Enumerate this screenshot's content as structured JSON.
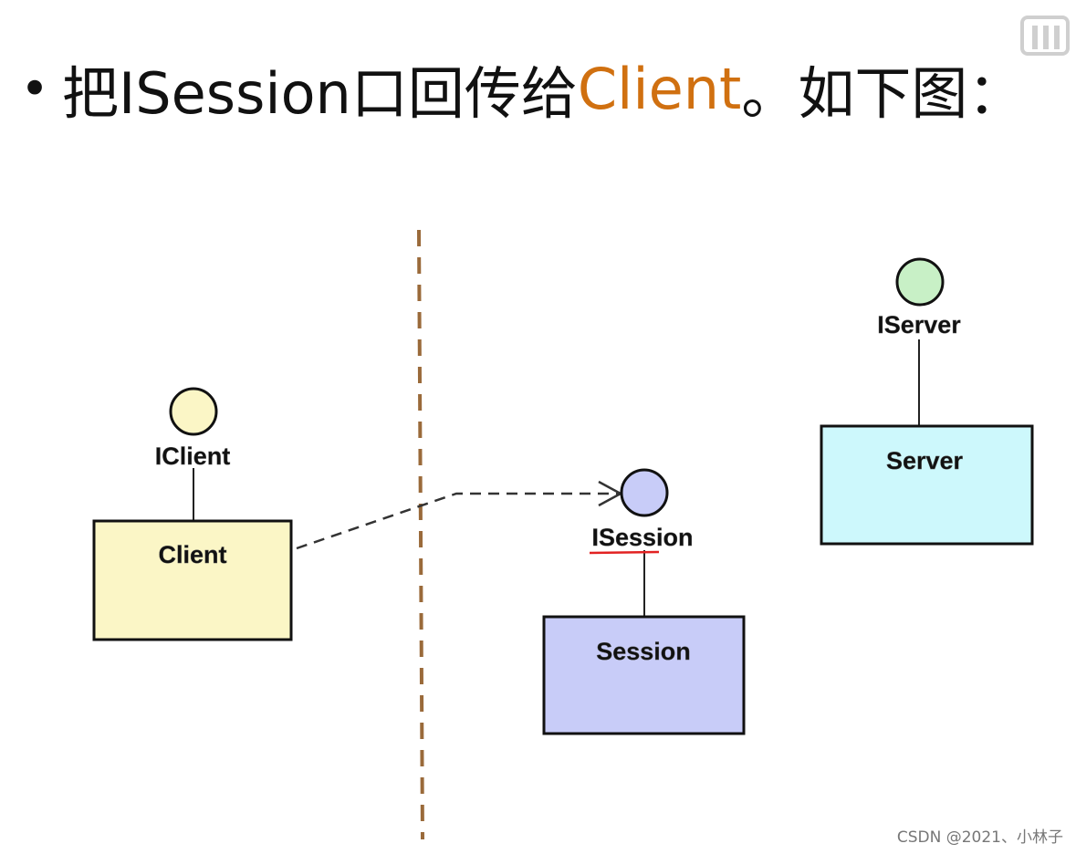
{
  "slide": {
    "title_bullet": "•",
    "title_prefix": "把ISession口回传给",
    "title_accent": "Client",
    "title_suffix": "。如下图：",
    "accent_color": "#d07010"
  },
  "diagram": {
    "client_interface_label": "IClient",
    "client_box_label": "Client",
    "session_interface_label": "ISession",
    "session_box_label": "Session",
    "server_interface_label": "IServer",
    "server_box_label": "Server",
    "colors": {
      "client_fill": "#fbf6c6",
      "session_fill": "#c8ccf8",
      "server_fill": "#cdf8fc",
      "server_interface_fill": "#c8f0c6",
      "divider": "#9a6a3a"
    },
    "dashed_arrow": "client-to-isession",
    "divider_style": "dashed-vertical"
  },
  "logo_icon": "tv-logo-icon",
  "watermark": "CSDN @2021、小林子"
}
